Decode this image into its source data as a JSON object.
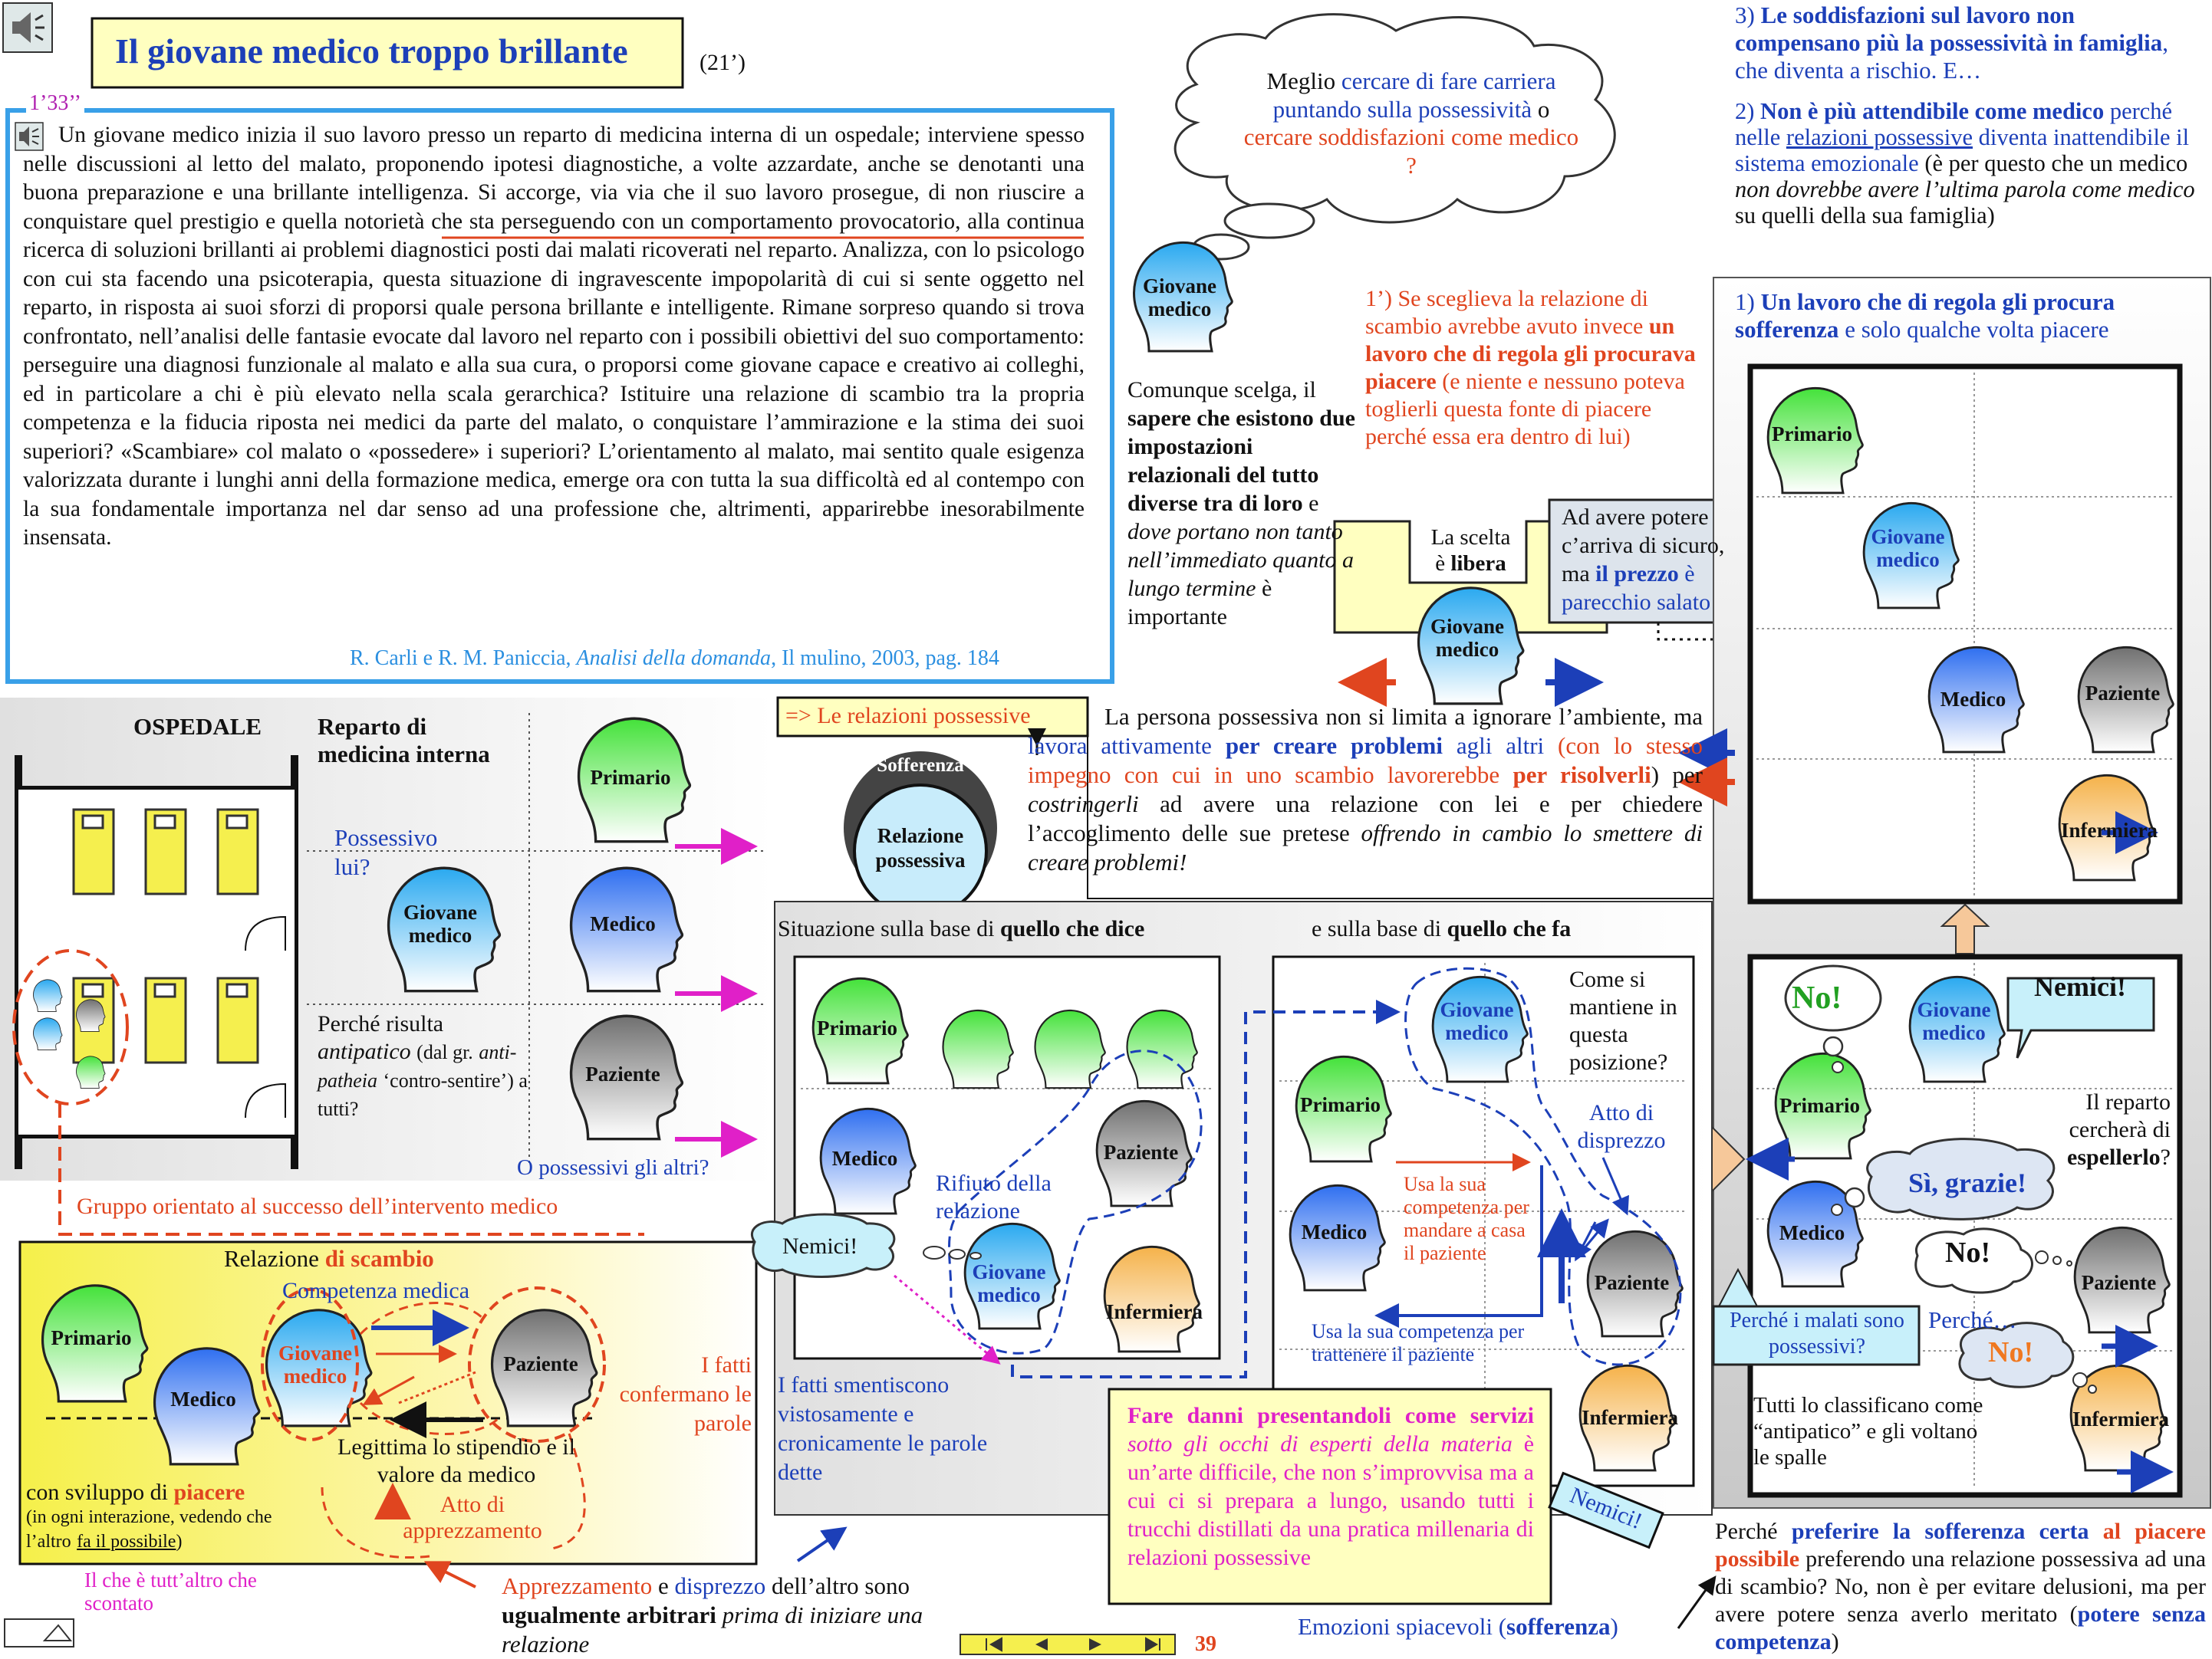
{
  "title": {
    "text": "Il giovane medico troppo brillante",
    "duration": "(21’)"
  },
  "intro": {
    "time": "1’33’’",
    "text": "Un giovane medico inizia il suo lavoro presso un reparto di medicina interna di un ospedale; interviene spesso nelle discussioni al letto del malato, proponendo ipotesi diagnostiche, a volte azzardate, anche se denotanti una buona preparazione e una brillante intelligenza. Si accorge, via via che il suo lavoro prosegue, di",
    "underlined": "non riuscire a conquistare quel prestigio e quella notorietà",
    "text2": "che sta perseguendo con un comportamento provocatorio, alla continua ricerca di soluzioni brillanti ai problemi diagnostici posti dai malati ricoverati nel reparto. Analizza, con lo psicologo con cui sta facendo una psicoterapia, questa situazione di ingravescente impopolarità di cui si sente oggetto nel reparto, in risposta ai suoi sforzi di proporsi quale persona brillante e intelligente. Rimane sorpreso quando si trova confrontato, nell’analisi delle fantasie evocate dal lavoro nel reparto con i possibili obiettivi del suo comportamento: perseguire una diagnosi funzionale al malato e alla sua cura, o proporsi come giovane capace e creativo ai colleghi, ed in particolare a chi è più elevato nella scala gerarchica? Istituire una relazione di scambio tra la propria competenza e la fiducia riposta nei medici da parte del malato, o conquistare l’ammirazione e la stima dei suoi superiori? «Scambiare» col malato o «possedere» i superiori? L’orientamento al malato, mai sentito quale esigenza valorizzata durante i lunghi anni della formazione medica, emerge ora con tutta la sua difficoltà ed al contempo con la sua fondamentale importanza nel dar senso ad una professione che, altrimenti, apparirebbe inesorabilmente insensata.",
    "citation_a": "R. Carli e R. M. Paniccia,",
    "citation_b": "Analisi della domanda",
    "citation_c": ", Il mulino, 2003, pag. 184"
  },
  "roles": {
    "primario": "Primario",
    "medico": "Medico",
    "paziente": "Paziente",
    "infermiera": "Infermiera",
    "giovane": "Giovane",
    "medico2": "medico"
  },
  "thought": {
    "a": "Meglio",
    "b": "cercare di fare carriera puntando sulla possessività",
    "c": "o",
    "d": "cercare soddisfazioni come medico ?"
  },
  "comunque": {
    "a": "Comunque scelga, il",
    "b": "sapere che esistono due impostazioni relazionali del tutto diverse tra di loro",
    "c": "e",
    "d": "dove portano non tanto nell’immediato quanto a lungo termine",
    "e": "è importante"
  },
  "point1p": {
    "a": "1’) Se sceglieva la relazione di scambio avrebbe avuto invece",
    "b": "un lavoro che di regola gli procurava piacere",
    "c": "(e niente e nessuno poteva toglierli questa fonte di piacere perché essa era dentro di lui)"
  },
  "scelta": {
    "a": "La scelta",
    "b": "è",
    "c": "libera"
  },
  "potere": {
    "a": "Ad avere potere",
    "b": "c’arriva di sicuro,",
    "c": "ma",
    "d": "il prezzo",
    "e": "è",
    "f": "parecchio salato"
  },
  "point3": {
    "a": "3)",
    "b": "Le soddisfazioni sul lavoro non compensano più la possessività in famiglia",
    "c": ", che diventa a rischio.    E…"
  },
  "point2": {
    "a": "2)",
    "b": "Non è più attendibile come medico",
    "c": "perché nelle",
    "d": "relazioni possessive",
    "e": "diventa inattendibile il sistema emozionale",
    "f": "(è per questo che un medico",
    "g": "non dovrebbe avere l’ultima parola come medico",
    "h": "su quelli della sua famiglia)"
  },
  "point1": {
    "a": "1)",
    "b": "Un lavoro che di regola gli procura sofferenza",
    "c": "e solo qualche volta piacere"
  },
  "possessive": {
    "label": "=> Le relazioni possessive",
    "a": "La persona possessiva non si limita a ignorare l’ambiente, ma",
    "b": "lavora attivamente",
    "c": "per creare problemi",
    "d": "agli altri",
    "e": "(con lo stesso impegno con cui in uno scambio lavorerebbe",
    "f": "per risolverli",
    "g": ") per",
    "h": "costringerli",
    "i": "ad avere una relazione con lei   e per chiedere l’accoglimento delle sue pretese",
    "j": "offrendo in cambio lo smettere di creare problemi!"
  },
  "circle": {
    "sofferenza": "Sofferenza",
    "rel": "Relazione possessiva"
  },
  "ospedale": {
    "title": "OSPEDALE",
    "reparto": "Reparto di medicina interna",
    "possessivo": "Possessivo lui?",
    "perche": "Perché risulta",
    "antipatico": "antipatico",
    "dal": "(dal gr.",
    "antipatheia": "anti-patheia",
    "contro": "‘contro-sentire’) a tutti?",
    "altri": "O possessivi gli altri?",
    "gruppo": "Gruppo orientato al successo dell’intervento medico"
  },
  "scambio": {
    "title_a": "Relazione",
    "title_b": "di scambio",
    "competenza": "Competenza medica",
    "fatti": "I fatti confermano le parole",
    "legittima": "Legittima lo stipendio e il valore da medico",
    "atto": "Atto di apprezzamento",
    "piacere_a": "con sviluppo di",
    "piacere_b": "piacere",
    "piacere_c": "(in ogni interazione, vedendo che l’altro",
    "piacere_d": "fa il possibile",
    "piacere_e": ")",
    "scontato": "Il che è tutt’altro che scontato"
  },
  "apprezzamento": {
    "a": "Apprezzamento",
    "b": "e",
    "c": "disprezzo",
    "d": "dell’altro sono",
    "e": "ugualmente  arbitrari",
    "f": "prima di iniziare una relazione"
  },
  "situazione": {
    "a": "Situazione sulla base di",
    "b": "quello che dice",
    "c": "e sulla base di",
    "d": "quello che fa"
  },
  "dice": {
    "rifiuto": "Rifiuto della relazione",
    "nemici": "Nemici!",
    "fatti": "I fatti smentiscono vistosamente e cronicamente le parole dette"
  },
  "fa": {
    "come": "Come si mantiene in questa posizione?",
    "atto": "Atto di disprezzo",
    "usa1": "Usa la sua competenza per mandare a casa il paziente",
    "usa2": "Usa la sua competenza per trattenere il paziente"
  },
  "danni": {
    "a": "Fare danni presentandoli come servizi",
    "b": "sotto gli occhi di esperti della materia",
    "c": "è un’arte difficile, che non s’improvvisa ma a cui ci si prepara a lungo, usando tutti i trucchi distillati da una pratica millenaria di relazioni possessive"
  },
  "nemici_tag": "Nemici!",
  "emozioni": {
    "a": "Emozioni spiacevoli (",
    "b": "sofferenza",
    "c": ")"
  },
  "right": {
    "no": "No!",
    "nemici": "Nemici!",
    "reparto": "Il reparto cercherà di",
    "espellerlo": "espellerlo",
    "q": "?",
    "si": "Sì, grazie!",
    "no2": "No!",
    "no3": "No!",
    "perche_malati": "Perché i malati sono possessivi?",
    "perche": "Perché…",
    "tutti": "Tutti lo classificano come “antipatico” e gli voltano le spalle"
  },
  "final": {
    "a": "Perché",
    "b": "preferire la sofferenza certa",
    "c": "al",
    "d": "piacere possibile",
    "e": "preferendo una relazione possessiva ad una di scambio? No, non è per evitare delusioni, ma per avere potere senza averlo meritato (",
    "f": "potere senza competenza",
    "g": ")"
  },
  "page": "39",
  "colors": {
    "title_bg": "#ffffc0",
    "blue": "#1c3fb8",
    "red": "#e0451f",
    "magenta": "#e020c8",
    "yellow": "#f2ef5a",
    "gray": "#d9d9d9"
  }
}
